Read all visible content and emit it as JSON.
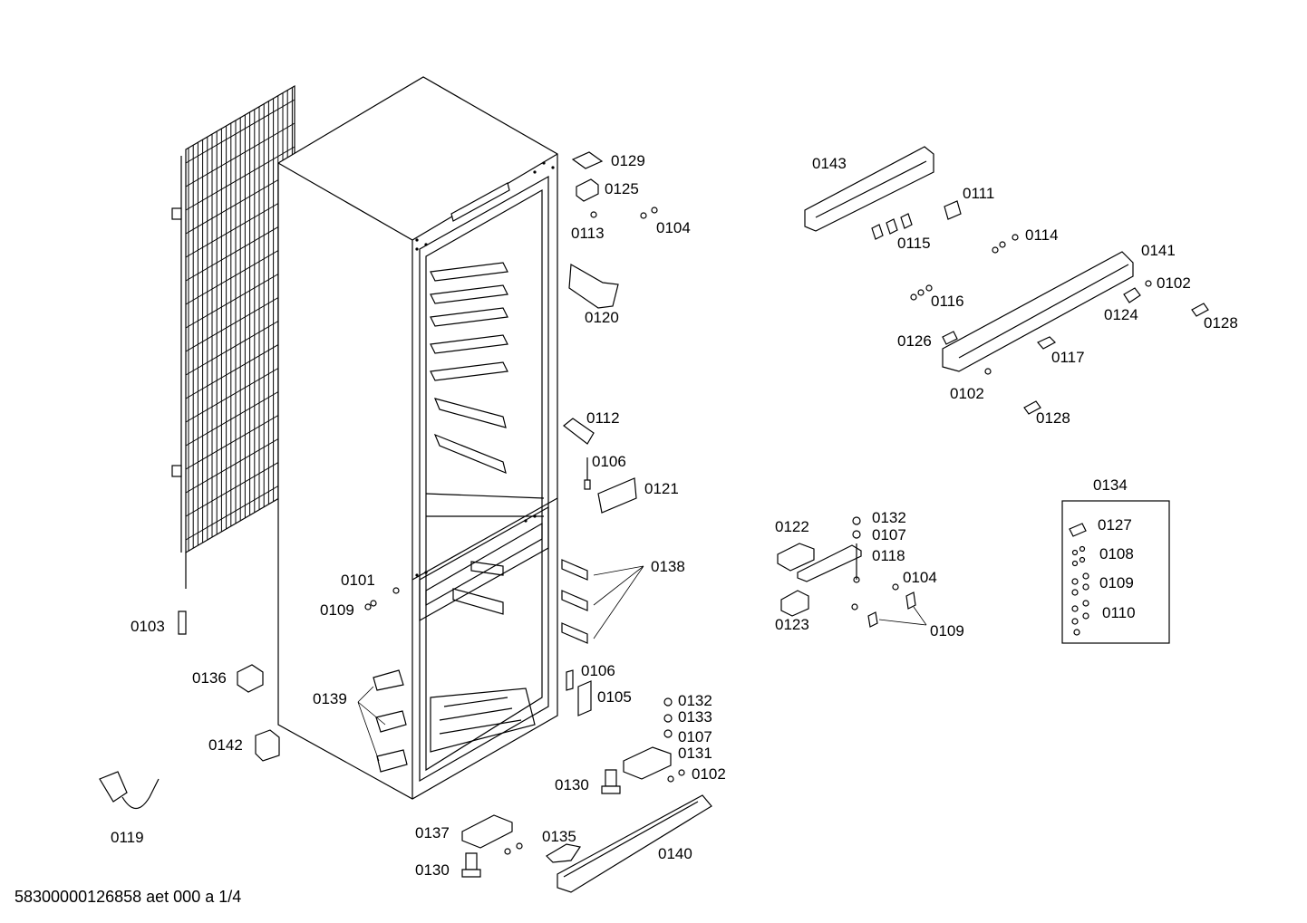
{
  "document_id": "58300000126858 aet 000 a 1/4",
  "part_labels": {
    "p0143": "0143",
    "p0111": "0111",
    "p0115": "0115",
    "p0114": "0114",
    "p0141": "0141",
    "p0102a": "0102",
    "p0116": "0116",
    "p0124": "0124",
    "p0128a": "0128",
    "p0126": "0126",
    "p0117": "0117",
    "p0102b": "0102",
    "p0128b": "0128",
    "p0129": "0129",
    "p0125": "0125",
    "p0113": "0113",
    "p0104a": "0104",
    "p0120": "0120",
    "p0112": "0112",
    "p0106a": "0106",
    "p0121": "0121",
    "p0138": "0138",
    "p0101": "0101",
    "p0109a": "0109",
    "p0103": "0103",
    "p0136": "0136",
    "p0139": "0139",
    "p0142": "0142",
    "p0119": "0119",
    "p0106b": "0106",
    "p0105": "0105",
    "p0132a": "0132",
    "p0133": "0133",
    "p0107a": "0107",
    "p0131": "0131",
    "p0102c": "0102",
    "p0130a": "0130",
    "p0137": "0137",
    "p0135": "0135",
    "p0140": "0140",
    "p0130b": "0130",
    "p0122": "0122",
    "p0132b": "0132",
    "p0107b": "0107",
    "p0118": "0118",
    "p0104b": "0104",
    "p0123": "0123",
    "p0109b": "0109",
    "p0134": "0134",
    "p0127": "0127",
    "p0108": "0108",
    "p0109c": "0109",
    "p0110": "0110"
  }
}
